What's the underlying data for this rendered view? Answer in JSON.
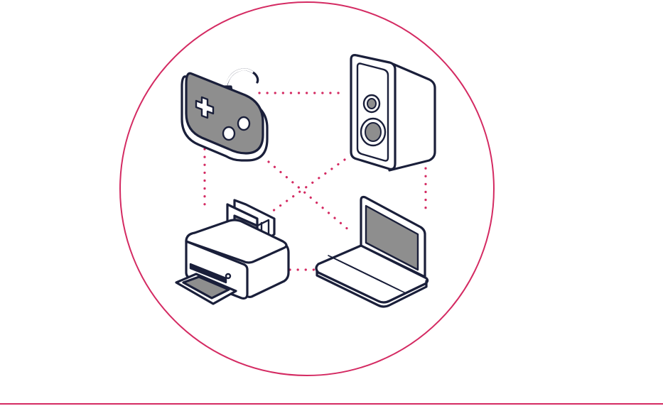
{
  "illustration": {
    "devices": [
      {
        "id": "game-controller",
        "icon": "game-controller-icon"
      },
      {
        "id": "speaker",
        "icon": "speaker-icon"
      },
      {
        "id": "printer",
        "icon": "printer-icon"
      },
      {
        "id": "laptop",
        "icon": "laptop-icon"
      }
    ],
    "connections": [
      [
        "game-controller",
        "speaker"
      ],
      [
        "game-controller",
        "printer"
      ],
      [
        "game-controller",
        "laptop"
      ],
      [
        "speaker",
        "printer"
      ],
      [
        "speaker",
        "laptop"
      ],
      [
        "printer",
        "laptop"
      ]
    ]
  },
  "colors": {
    "accent": "#d42a62",
    "outline": "#1a1f3a",
    "fill_gray": "#8e8e8e",
    "fill_white": "#ffffff",
    "background": "#ffffff"
  }
}
